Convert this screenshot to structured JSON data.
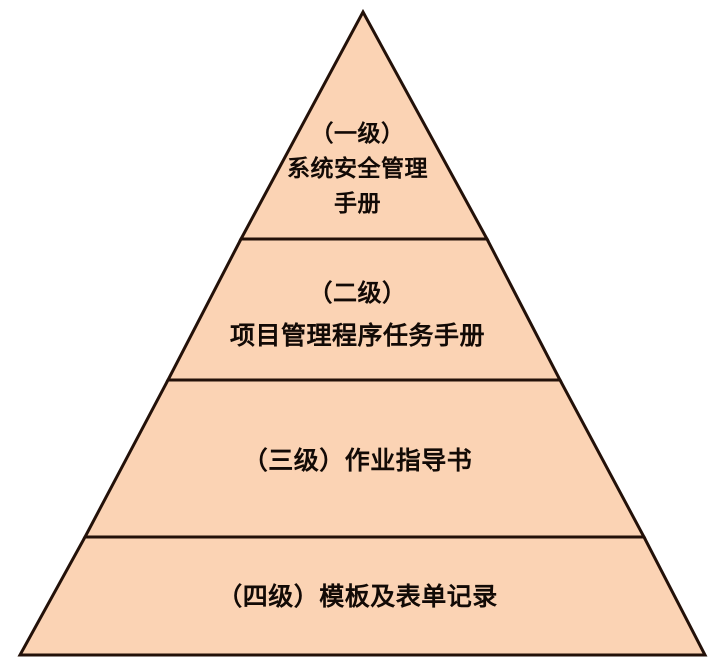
{
  "diagram": {
    "type": "pyramid",
    "title": "",
    "background_color": "#ffffff",
    "fill_color": "#FBD3B4",
    "stroke_color": "#231109",
    "text_color": "#120a06",
    "tier_count": 4,
    "tiers": [
      {
        "level_label": "（一级）",
        "name": "系统安全管理手册",
        "lines": [
          "（一级）",
          "系统安全管理",
          "手册"
        ]
      },
      {
        "level_label": "（二级）",
        "name": "项目管理程序任务手册",
        "lines": [
          "（二级）",
          "项目管理程序任务手册"
        ]
      },
      {
        "level_label": "（三级）",
        "name": "作业指导书",
        "lines": [
          "（三级）作业指导书"
        ]
      },
      {
        "level_label": "（四级）",
        "name": "模板及表单记录",
        "lines": [
          "（四级）模板及表单记录"
        ]
      }
    ]
  }
}
